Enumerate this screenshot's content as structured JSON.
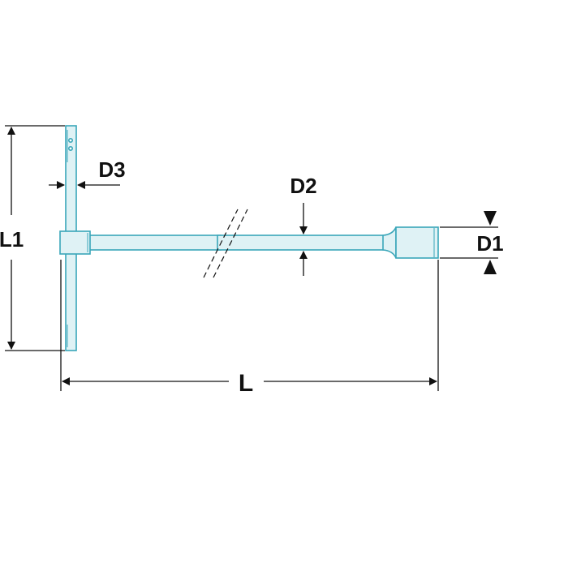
{
  "diagram": {
    "colors": {
      "tool_fill": "#dff2f5",
      "tool_outline": "#3aa6b9",
      "dimension": "#111111",
      "background": "#ffffff"
    },
    "labels": {
      "overall_length": "L",
      "handle_length": "L1",
      "socket_diameter": "D1",
      "shaft_diameter": "D2",
      "handle_diameter": "D3"
    }
  }
}
